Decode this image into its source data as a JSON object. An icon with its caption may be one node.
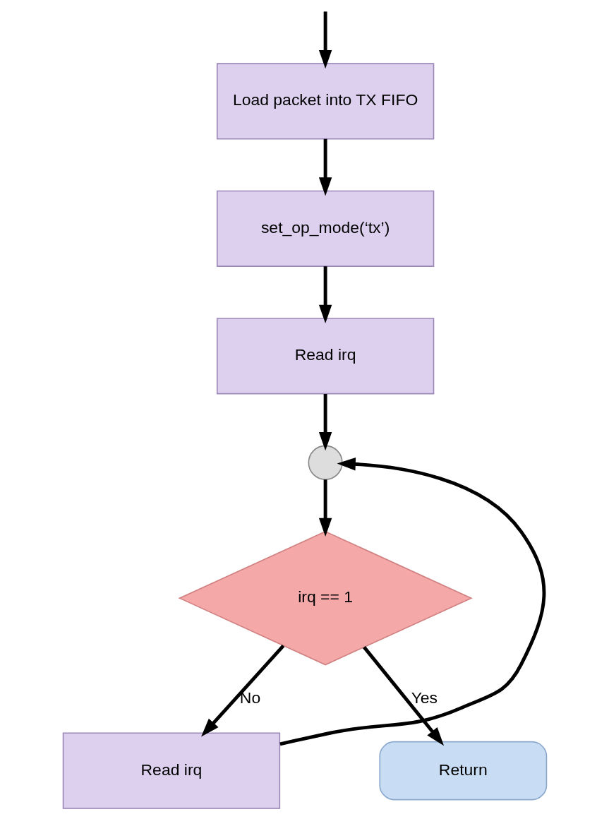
{
  "diagram": {
    "nodes": [
      {
        "text": [
          "Load packet into TX FIFO"
        ]
      },
      {
        "text": [
          "set_op_mode(‘tx’)"
        ]
      },
      {
        "text": [
          "Read irq"
        ]
      },
      {
        "text": [],
        "shape": "circle"
      },
      {
        "text": [
          "irq == 1"
        ]
      },
      {
        "text": [
          "Read irq"
        ]
      },
      {
        "text": [
          "Return"
        ]
      }
    ],
    "edges": [
      {
        "from": null,
        "to": 0,
        "arrow": "to"
      },
      {
        "from": 0,
        "to": 1,
        "arrow": "to"
      },
      {
        "from": 1,
        "to": 2,
        "arrow": "to"
      },
      {
        "from": 2,
        "to": 3,
        "arrow": "to"
      },
      {
        "from": 3,
        "to": 4,
        "arrow": "to"
      },
      {
        "from": 4,
        "to": 6,
        "arrow": "to",
        "label": "Yes"
      },
      {
        "from": 4,
        "to": 5,
        "arrow": "to",
        "label": "No"
      },
      {
        "from": 5,
        "to": 3,
        "arrow": "to"
      }
    ]
  }
}
